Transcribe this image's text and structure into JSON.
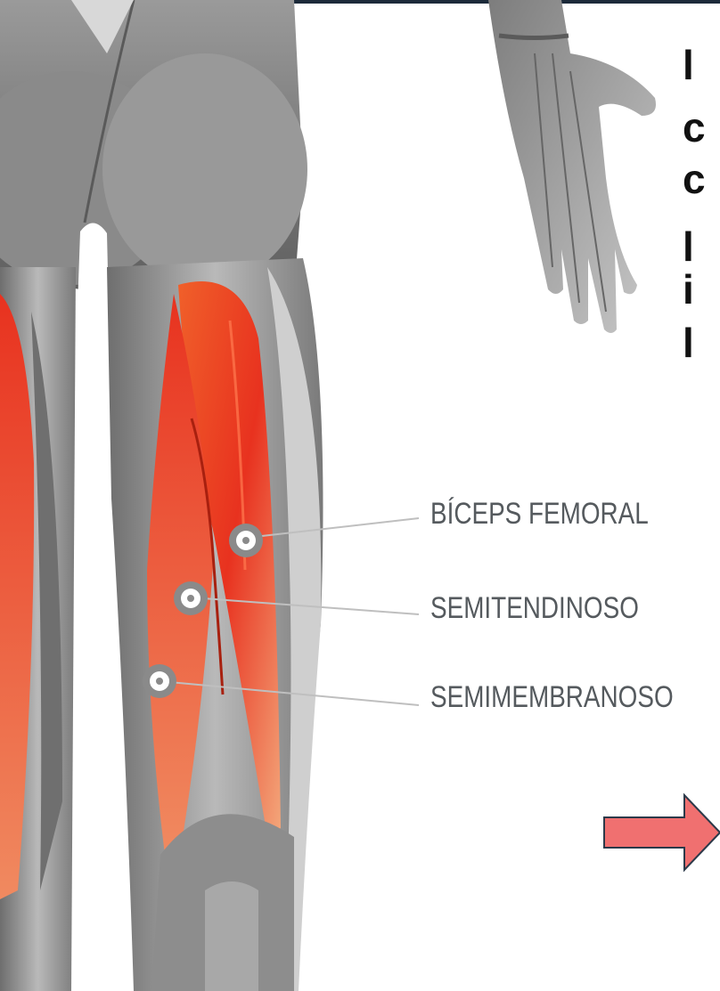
{
  "labels": {
    "biceps_femoral": "BÍCEPS FEMORAL",
    "semitendinoso": "SEMITENDINOSO",
    "semimembranoso": "SEMIMEMBRANOSO"
  },
  "cropped_text_lines": [
    "l",
    "c",
    "c",
    "l",
    "i",
    "l"
  ],
  "colors": {
    "muscle_red": "#e8321f",
    "muscle_orange": "#f0602a",
    "skin_gray": "#8e8e8e",
    "arrow_fill": "#f07070",
    "arrow_stroke": "#2c3a4a",
    "label_text": "#555a5e",
    "top_bar": "#1c2a3a"
  },
  "icons": [
    "marker-dot-icon",
    "right-arrow-icon"
  ]
}
